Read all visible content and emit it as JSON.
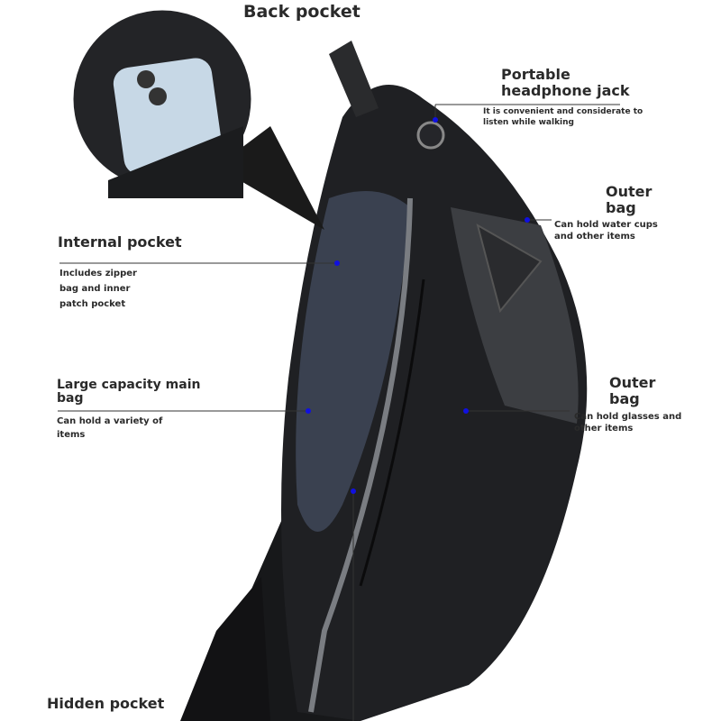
{
  "labels": {
    "back_pocket": {
      "title": "Back pocket"
    },
    "headphone_jack": {
      "title": "Portable headphone jack",
      "desc": "It is convenient and considerate to listen while walking"
    },
    "outer_bag_top": {
      "title": "Outer bag",
      "desc": "Can hold water cups and other items"
    },
    "internal_pocket": {
      "title": "Internal pocket",
      "desc": "Includes zipper bag and inner patch pocket"
    },
    "main_bag": {
      "title": "Large capacity main bag",
      "desc": "Can hold a variety of items"
    },
    "outer_bag_bottom": {
      "title": "Outer bag",
      "desc": "Can hold glasses and other items"
    },
    "hidden_pocket": {
      "title": "Hidden pocket"
    }
  },
  "colors": {
    "marker": "#1010e0",
    "bag": "#1c1d20",
    "lining": "#3a4150",
    "text": "#2a2a2a"
  }
}
